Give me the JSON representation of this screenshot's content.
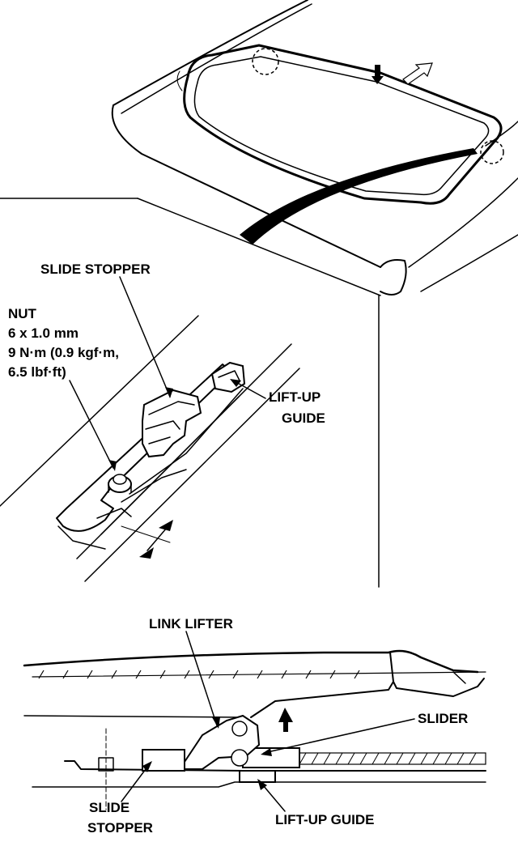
{
  "labels": {
    "slide_stopper_top": "SLIDE STOPPER",
    "nut_line1": "NUT",
    "nut_line2": "6 x 1.0 mm",
    "nut_line3": "9 N·m (0.9 kgf·m,",
    "nut_line4": "6.5 lbf·ft)",
    "lift_up_guide_top_line1": "LIFT-UP",
    "lift_up_guide_top_line2": "GUIDE",
    "link_lifter": "LINK LIFTER",
    "slider": "SLIDER",
    "slide_stopper_bottom_line1": "SLIDE",
    "slide_stopper_bottom_line2": "STOPPER",
    "lift_up_guide_bottom": "LIFT-UP GUIDE"
  }
}
